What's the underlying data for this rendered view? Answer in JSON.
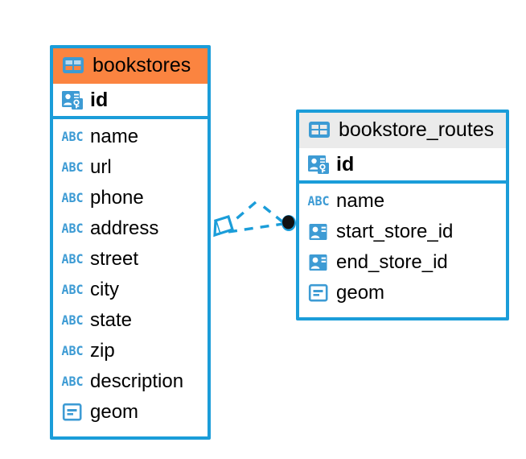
{
  "diagram": {
    "type": "entity-relationship-diagram",
    "background": "#ffffff",
    "accent_blue": "#1b9dd9",
    "accent_orange": "#fb8440",
    "header_gray": "#ebebeb",
    "icon_blue": "#3d9bd4"
  },
  "tables": [
    {
      "name": "bookstores",
      "header_style": "accent-orange",
      "table_icon": "table-grid-icon",
      "primary_key": {
        "label": "id",
        "icon": "primary-key-badge-icon"
      },
      "fields": [
        {
          "label": "name",
          "icon": "abc-text-icon"
        },
        {
          "label": "url",
          "icon": "abc-text-icon"
        },
        {
          "label": "phone",
          "icon": "abc-text-icon"
        },
        {
          "label": "address",
          "icon": "abc-text-icon"
        },
        {
          "label": "street",
          "icon": "abc-text-icon"
        },
        {
          "label": "city",
          "icon": "abc-text-icon"
        },
        {
          "label": "state",
          "icon": "abc-text-icon"
        },
        {
          "label": "zip",
          "icon": "abc-text-icon"
        },
        {
          "label": "description",
          "icon": "abc-text-icon"
        },
        {
          "label": "geom",
          "icon": "geometry-icon"
        }
      ]
    },
    {
      "name": "bookstore_routes",
      "header_style": "accent-gray",
      "table_icon": "table-grid-icon",
      "primary_key": {
        "label": "id",
        "icon": "primary-key-badge-icon"
      },
      "fields": [
        {
          "label": "name",
          "icon": "abc-text-icon"
        },
        {
          "label": "start_store_id",
          "icon": "foreign-key-badge-icon"
        },
        {
          "label": "end_store_id",
          "icon": "foreign-key-badge-icon"
        },
        {
          "label": "geom",
          "icon": "geometry-icon"
        }
      ]
    }
  ],
  "relationship": {
    "style": "dashed",
    "color": "#1b9dd9",
    "source_marker": "diamond-outline-marker",
    "target_marker": "filled-circle-marker"
  }
}
